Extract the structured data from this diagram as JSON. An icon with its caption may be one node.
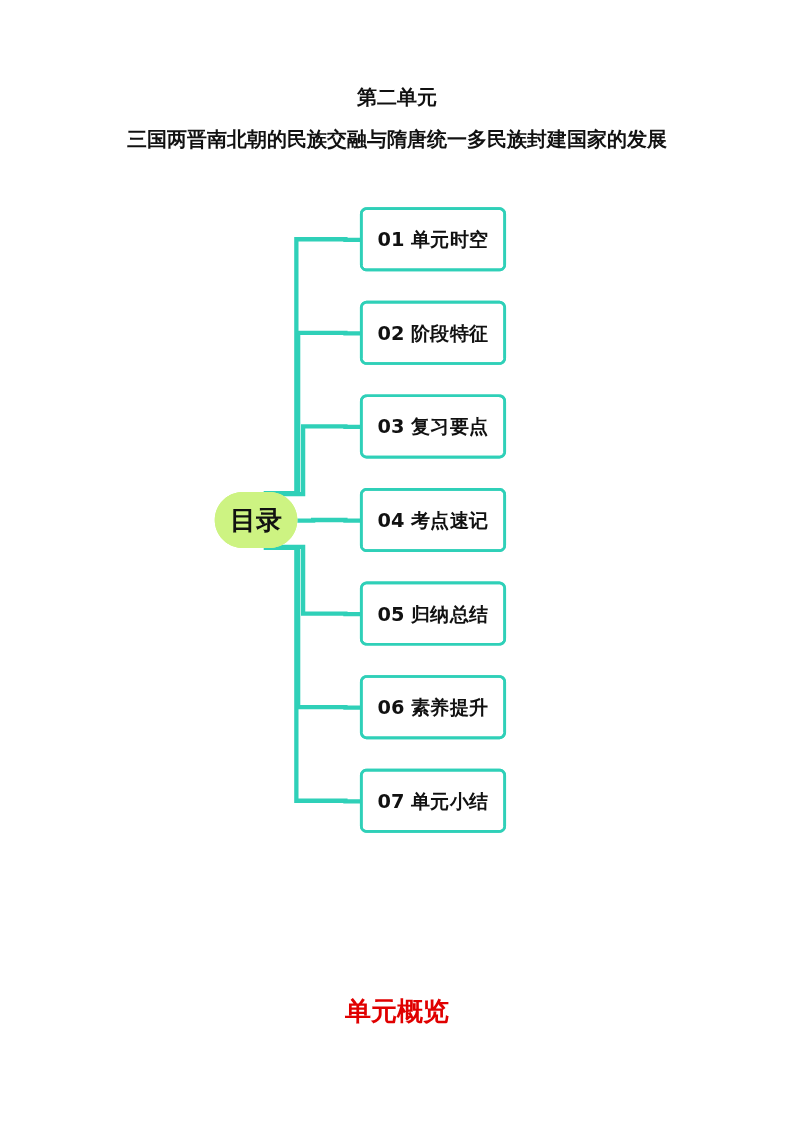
{
  "diagram": {
    "title": "第二单元",
    "nodes": [
      {
        "text": [
          "目录"
        ]
      },
      {
        "text": [
          "01 单元时空"
        ]
      },
      {
        "text": [
          "02 阶段特征"
        ]
      },
      {
        "text": [
          "03 复习要点"
        ]
      },
      {
        "text": [
          "04 考点速记"
        ]
      },
      {
        "text": [
          "05 归纳总结"
        ]
      },
      {
        "text": [
          "06 素养提升"
        ]
      },
      {
        "text": [
          "07 单元小结"
        ]
      }
    ],
    "edges": [
      {
        "from": 0,
        "to": 1,
        "arrow": "none"
      },
      {
        "from": 0,
        "to": 2,
        "arrow": "none"
      },
      {
        "from": 0,
        "to": 3,
        "arrow": "none"
      },
      {
        "from": 0,
        "to": 4,
        "arrow": "none"
      },
      {
        "from": 0,
        "to": 5,
        "arrow": "none"
      },
      {
        "from": 0,
        "to": 6,
        "arrow": "none"
      },
      {
        "from": 0,
        "to": 7,
        "arrow": "none"
      }
    ],
    "labels": [
      "三国两晋南北朝的民族交融与隋唐统一多民族封建国家的发展",
      "单元概览"
    ]
  }
}
